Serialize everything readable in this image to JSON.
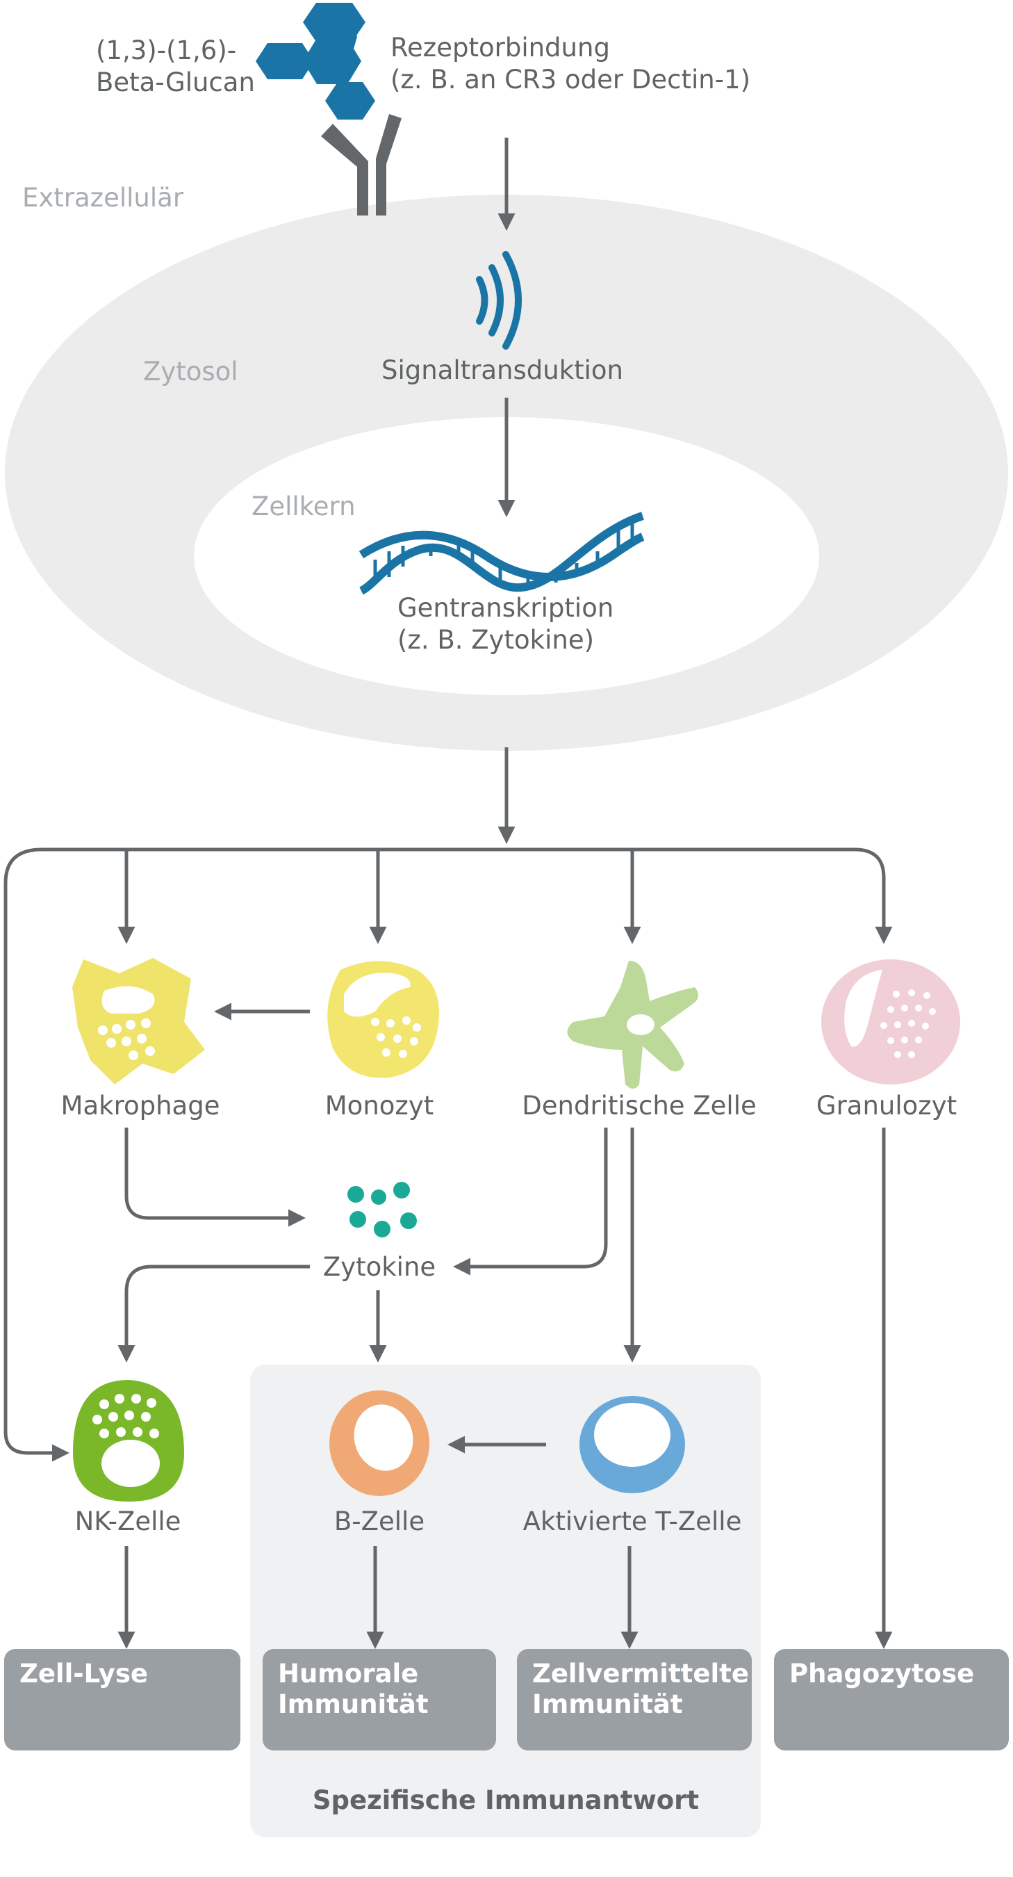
{
  "labels": {
    "beta_glucan": [
      "(1,3)-(1,6)-",
      "Beta-Glucan"
    ],
    "rezeptor": [
      "Rezeptorbindung",
      "(z. B. an CR3 oder Dectin-1)"
    ],
    "extrazellular": "Extrazellulär",
    "zytosol": "Zytosol",
    "signal": "Signaltransduktion",
    "zellkern": "Zellkern",
    "gentrans": [
      "Gentranskription",
      "(z. B. Zytokine)"
    ],
    "makrophage": "Makrophage",
    "monozyt": "Monozyt",
    "dendritische": "Dendritische Zelle",
    "granulozyt": "Granulozyt",
    "zytokine": "Zytokine",
    "nk": "NK-Zelle",
    "bzelle": "B-Zelle",
    "tzelle": "Aktivierte T-Zelle"
  },
  "boxes": {
    "lyse": [
      "Zell-Lyse"
    ],
    "humoral": [
      "Humorale",
      "Immunität"
    ],
    "zellverm": [
      "Zellvermittelte",
      "Immunität"
    ],
    "phago": [
      "Phagozytose"
    ]
  },
  "specific_title": "Spezifische Immunantwort",
  "colors": {
    "glucan_blue": "#1a75a6",
    "receptor_grey": "#63676a",
    "arrow_grey": "#63676a",
    "cell_outer": "#ececec",
    "macrophage_yellow": "#f0e36a",
    "monocyte_yellow": "#f3e66f",
    "dendritic_green": "#bcd99a",
    "granulocyte_pink": "#f0d0d6",
    "cytokine_teal": "#1aa997",
    "nk_green": "#7ab82a",
    "bcell_orange": "#f0a874",
    "tcell_blue": "#69a9d9",
    "box_grey": "#9a9fa4",
    "specific_bg": "#f0f1f2"
  }
}
